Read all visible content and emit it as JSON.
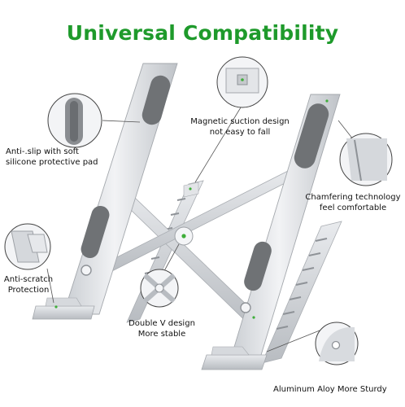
{
  "header": {
    "title": "Universal Compatibility"
  },
  "colors": {
    "title": "#1e9a2b",
    "accent_dot": "#3fae3a",
    "metal": "#dcdfe3",
    "pad": "#6f7275"
  },
  "icons": [
    "stand-illustration",
    "callout-lens-anti-slip",
    "callout-lens-magnetic",
    "callout-lens-chamfer",
    "callout-lens-anti-scratch",
    "callout-lens-double-v",
    "callout-lens-sturdy"
  ],
  "callouts": {
    "anti_slip": {
      "line1": "Anti-.slip with soft",
      "line2": "silicone protective pad"
    },
    "magnetic": {
      "line1": "Magnetic suction design",
      "line2": "not easy to fall"
    },
    "chamfer": {
      "line1": "Chamfering technology",
      "line2": "feel comfortable"
    },
    "anti_scratch": {
      "line1": "Anti-scratch",
      "line2": "Protection"
    },
    "double_v": {
      "line1": "Double V design",
      "line2": "More stable"
    },
    "sturdy": {
      "line1": "Aluminum Aloy More Sturdy"
    }
  }
}
